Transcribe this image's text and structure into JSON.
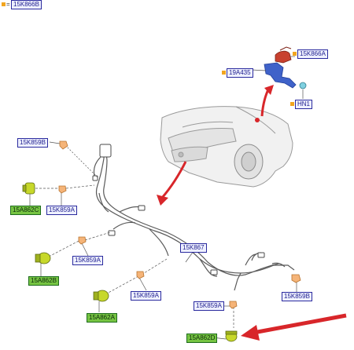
{
  "legend": {
    "code": "15K866B"
  },
  "labels": {
    "module_15K866A": "15K866A",
    "bracket_19A435": "19A435",
    "nut_HN1": "HN1",
    "connector_15K859B_left": "15K859B",
    "sensor_15A862C": "15A862C",
    "connector_15K859A_1": "15K859A",
    "sensor_15A862B": "15A862B",
    "connector_15K859A_2": "15K859A",
    "sensor_15A862A": "15A862A",
    "connector_15K859A_3": "15K859A",
    "harness_15K867": "15K867",
    "connector_15K859A_4": "15K859A",
    "connector_15K859B_right": "15K859B",
    "sensor_15A862D": "15A862D"
  },
  "colors": {
    "label_border_blue": "#2a2a9e",
    "label_fill_green": "#76c442",
    "marker_orange": "#f2a51f",
    "arrow_red": "#d8262a",
    "bracket_blue": "#3f62c9",
    "module_red": "#c8412f"
  }
}
